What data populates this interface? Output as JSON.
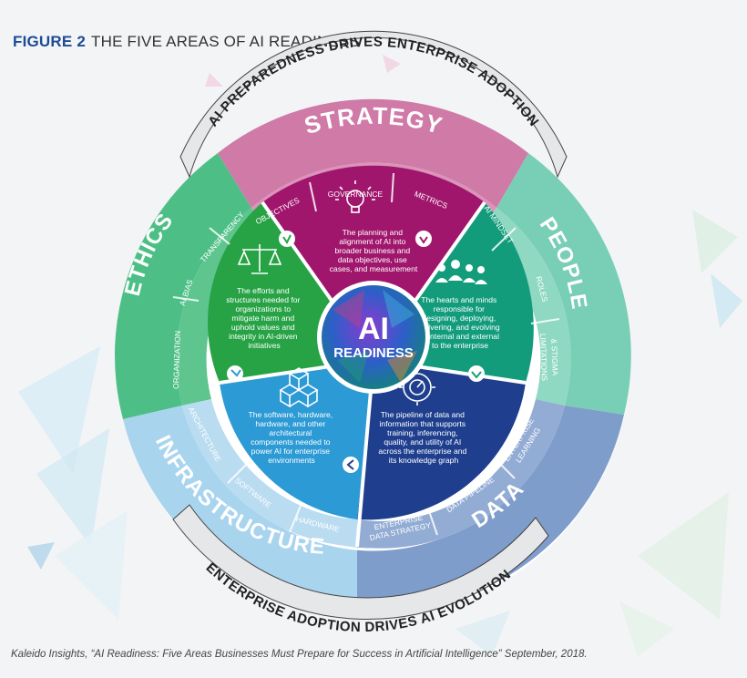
{
  "figure": {
    "number": "FIGURE 2",
    "title": "THE FIVE AREAS OF AI READINESS"
  },
  "top_banner": "AI PREPAREDNESS DRIVES ENTERPRISE ADOPTION",
  "bottom_banner": "ENTERPRISE ADOPTION DRIVES AI EVOLUTION",
  "center": {
    "line1": "AI",
    "line2": "READINESS"
  },
  "areas": {
    "strategy": {
      "title": "STRATEGY",
      "sub": [
        "OBJECTIVES",
        "GOVERNANCE",
        "METRICS"
      ],
      "desc": [
        "The planning and",
        "alignment of AI into",
        "broader business and",
        "data objectives, use",
        "cases, and measurement"
      ],
      "icon": "lightbulb-icon",
      "color": "#a0166d"
    },
    "people": {
      "title": "PEOPLE",
      "sub": [
        "AI MINDSET",
        "ROLES",
        "LIMITATIONS",
        "& STIGMA"
      ],
      "desc": [
        "The hearts and minds",
        "responsible for",
        "designing, deploying,",
        "delivering, and evolving",
        "AI internal and external",
        "to the enterprise"
      ],
      "icon": "people-icon",
      "color": "#139c7c"
    },
    "data": {
      "title": "DATA",
      "sub": [
        "ENTERPRISE",
        "LEARNING",
        "DATA PIPELINE",
        "ENTERPRISE",
        "DATA STRATEGY"
      ],
      "desc": [
        "The pipeline of data and",
        "information that supports",
        "training, inferencing,",
        "quality, and utility of AI",
        "across the enterprise and",
        "its knowledge graph"
      ],
      "icon": "data-gear-icon",
      "color": "#1f3f8e"
    },
    "infrastructure": {
      "title": "INFRASTRUCTURE",
      "sub": [
        "ARCHITECTURE",
        "SOFTWARE",
        "HARDWARE"
      ],
      "desc": [
        "The software, hardware,",
        "hardware, and other",
        "architectural",
        "components needed to",
        "power AI for enterprise",
        "environments"
      ],
      "icon": "cubes-icon",
      "color": "#2c9ad5"
    },
    "ethics": {
      "title": "ETHICS",
      "sub": [
        "TRANSPARENCY",
        "AI BIAS",
        "ORGANIZATION"
      ],
      "desc": [
        "The efforts and",
        "structures needed for",
        "organizations to",
        "mitigate harm and",
        "uphold values and",
        "integrity in AI-driven",
        "initiatives"
      ],
      "icon": "scales-icon",
      "color": "#27a346"
    }
  },
  "caption": "Kaleido Insights, “AI Readiness: Five Areas Businesses Must Prepare for Success in Artificial Intelligence” September, 2018."
}
